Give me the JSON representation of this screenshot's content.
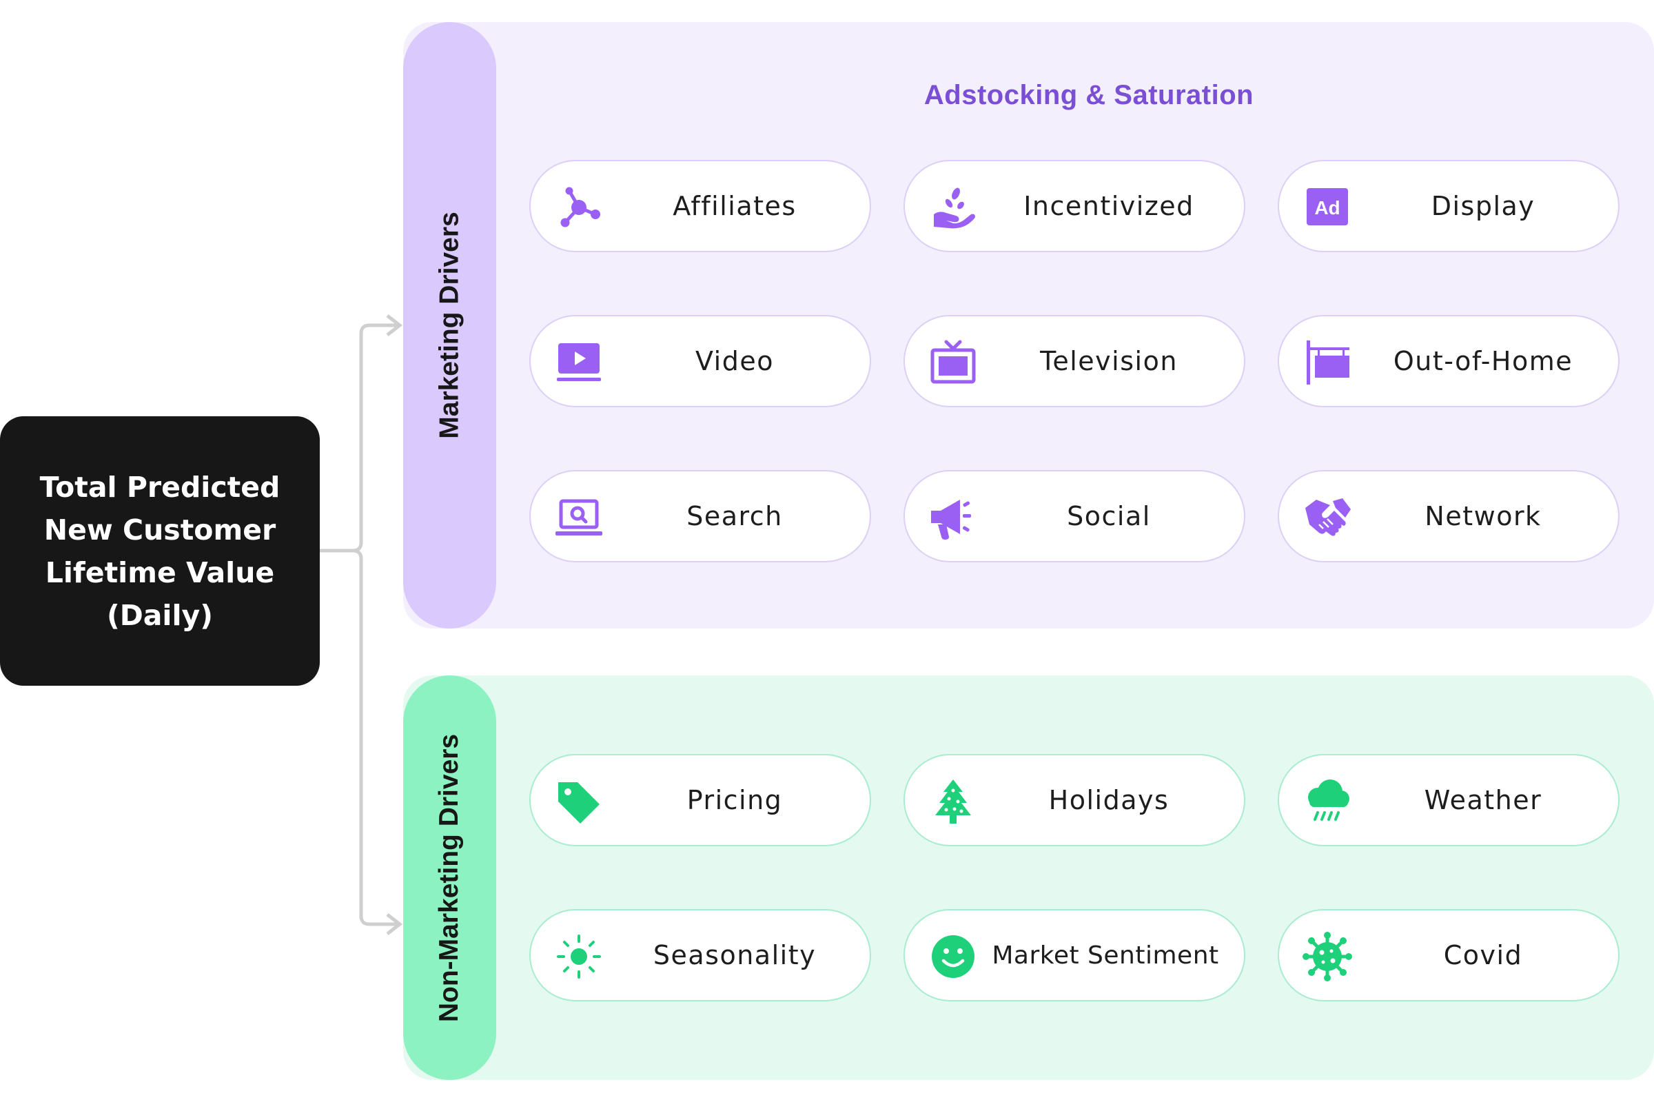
{
  "root": {
    "label": "Total Predicted\nNew Customer\nLifetime Value\n(Daily)"
  },
  "marketing": {
    "rail_label": "Marketing Drivers",
    "section_title": "Adstocking & Saturation",
    "items": [
      {
        "label": "Affiliates",
        "icon": "affiliate-network-icon"
      },
      {
        "label": "Incentivized",
        "icon": "hand-coins-icon"
      },
      {
        "label": "Display",
        "icon": "ad-badge-icon"
      },
      {
        "label": "Video",
        "icon": "video-play-icon"
      },
      {
        "label": "Television",
        "icon": "television-icon"
      },
      {
        "label": "Out-of-Home",
        "icon": "billboard-sign-icon"
      },
      {
        "label": "Search",
        "icon": "laptop-search-icon"
      },
      {
        "label": "Social",
        "icon": "megaphone-icon"
      },
      {
        "label": "Network",
        "icon": "handshake-icon"
      }
    ]
  },
  "non_marketing": {
    "rail_label": "Non-Marketing Drivers",
    "items": [
      {
        "label": "Pricing",
        "icon": "price-tag-icon"
      },
      {
        "label": "Holidays",
        "icon": "christmas-tree-icon"
      },
      {
        "label": "Weather",
        "icon": "rain-cloud-icon"
      },
      {
        "label": "Seasonality",
        "icon": "sun-icon"
      },
      {
        "label": "Market Sentiment",
        "icon": "smiley-face-icon"
      },
      {
        "label": "Covid",
        "icon": "virus-icon"
      }
    ]
  },
  "colors": {
    "root_bg": "#171717",
    "marketing_rail": "#dac9fd",
    "marketing_panel": "#f3effd",
    "marketing_icon": "#9a5ff3",
    "section_title": "#7a4fd6",
    "non_marketing_rail": "#8df2c1",
    "non_marketing_panel": "#e4f9ef",
    "non_marketing_icon": "#1ed07a",
    "connector": "#cfcfcf"
  }
}
